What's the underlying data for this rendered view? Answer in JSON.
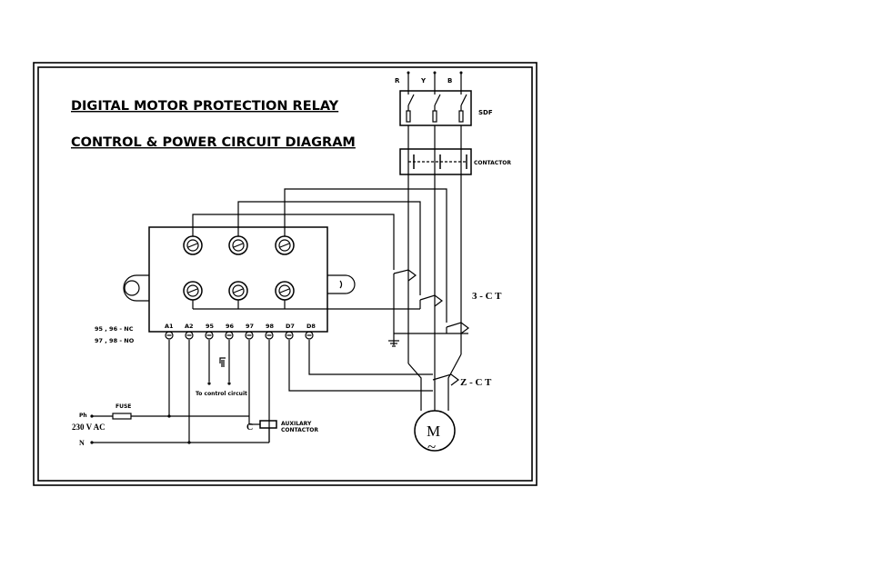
{
  "title_line1": "DIGITAL MOTOR PROTECTION RELAY",
  "title_line2": "CONTROL & POWER CIRCUIT DIAGRAM",
  "phases": [
    "R",
    "Y",
    "B"
  ],
  "sdf_label": "SDF",
  "contactor_label": "CONTACTOR",
  "ct3_label": "3 - C T",
  "zct_label": "Z - C T",
  "motor_label": "M",
  "motor_symbol": "~",
  "terminals": [
    "A1",
    "A2",
    "95",
    "96",
    "97",
    "98",
    "D7",
    "D8"
  ],
  "legend": [
    "95 , 96 - NC",
    "97 , 98 - NO"
  ],
  "control_circuit_label": "To control circuit",
  "fuse_label": "FUSE",
  "ph_label": "Ph",
  "voltage_label": "230 V AC",
  "neutral_label": "N",
  "coil_label": "C",
  "aux_contactor_label_line1": "AUXILARY",
  "aux_contactor_label_line2": "CONTACTOR"
}
